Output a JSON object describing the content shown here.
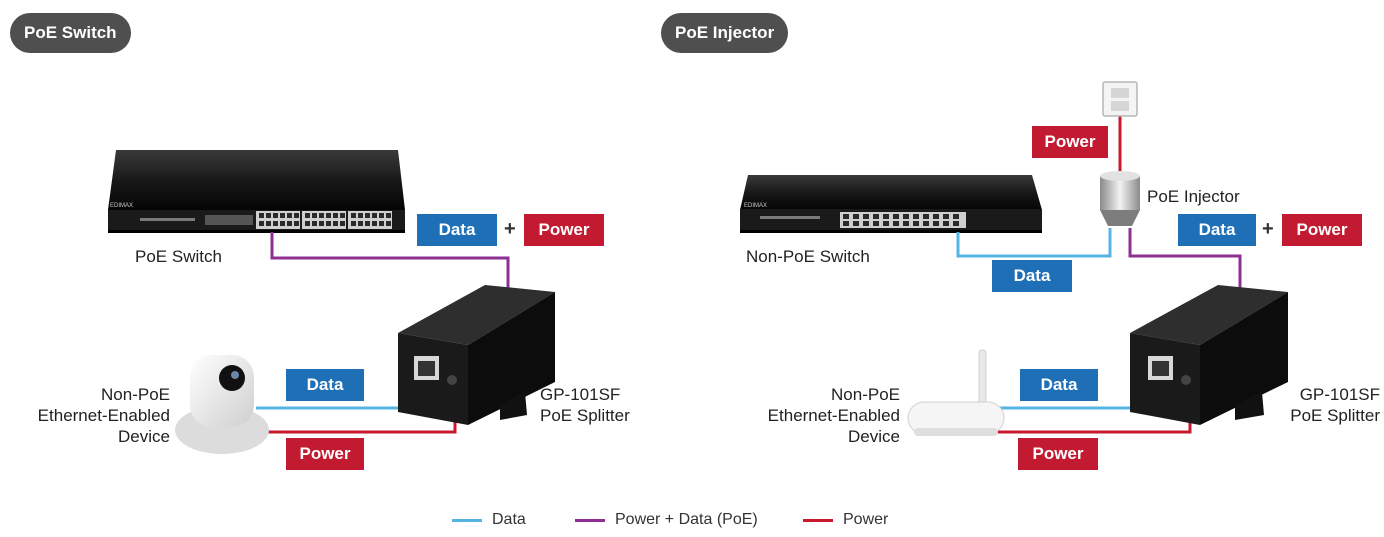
{
  "colors": {
    "data": "#56b4e3",
    "poe": "#8e2f92",
    "power": "#c81a2e",
    "data_tag": "#1f6fb6",
    "power_tag": "#c21a30",
    "section_pill": "#4f4f4f"
  },
  "left_section": {
    "title": "PoE Switch",
    "switch_label": "PoE Switch",
    "device_label": [
      "Non-PoE",
      "Ethernet-Enabled",
      "Device"
    ],
    "splitter_label": [
      "GP-101SF",
      "PoE Splitter"
    ],
    "tags": {
      "data_top": "Data",
      "plus": "+",
      "power_top": "Power",
      "data_device": "Data",
      "power_device": "Power"
    },
    "brand": "EDIMAX",
    "device_icon": "ip-camera-icon"
  },
  "right_section": {
    "title": "PoE Injector",
    "switch_label": "Non-PoE Switch",
    "injector_label": "PoE Injector",
    "device_label": [
      "Non-PoE",
      "Ethernet-Enabled",
      "Device"
    ],
    "splitter_label": [
      "GP-101SF",
      "PoE Splitter"
    ],
    "tags": {
      "power_outlet": "Power",
      "data_switch": "Data",
      "data_top": "Data",
      "plus": "+",
      "power_top": "Power",
      "data_device": "Data",
      "power_device": "Power"
    },
    "brand": "EDIMAX",
    "device_icon": "wireless-router-icon"
  },
  "legend": [
    {
      "label": "Data",
      "color": "#56b4e3"
    },
    {
      "label": "Power + Data (PoE)",
      "color": "#8e2f92"
    },
    {
      "label": "Power",
      "color": "#c81a2e"
    }
  ]
}
